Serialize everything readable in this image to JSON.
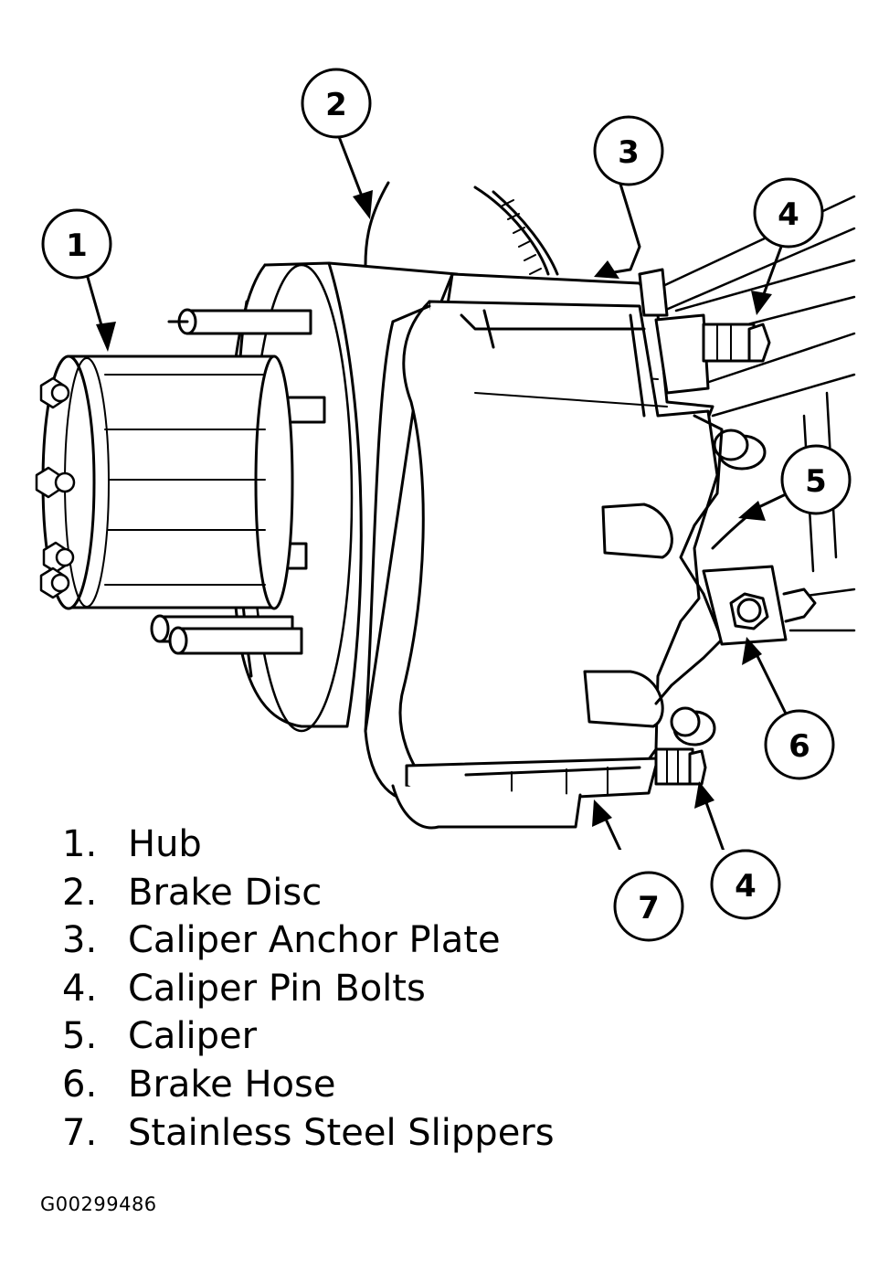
{
  "callouts": [
    {
      "id": "callout-1",
      "number": "1"
    },
    {
      "id": "callout-2",
      "number": "2"
    },
    {
      "id": "callout-3",
      "number": "3"
    },
    {
      "id": "callout-4a",
      "number": "4"
    },
    {
      "id": "callout-5",
      "number": "5"
    },
    {
      "id": "callout-6",
      "number": "6"
    },
    {
      "id": "callout-7",
      "number": "7"
    },
    {
      "id": "callout-4b",
      "number": "4"
    }
  ],
  "legend": [
    {
      "num": "1.",
      "label": "Hub"
    },
    {
      "num": "2.",
      "label": "Brake Disc"
    },
    {
      "num": "3.",
      "label": "Caliper Anchor Plate"
    },
    {
      "num": "4.",
      "label": "Caliper Pin Bolts"
    },
    {
      "num": "5.",
      "label": "Caliper"
    },
    {
      "num": "6.",
      "label": "Brake Hose"
    },
    {
      "num": "7.",
      "label": "Stainless Steel Slippers"
    }
  ],
  "figure_id": "G00299486"
}
